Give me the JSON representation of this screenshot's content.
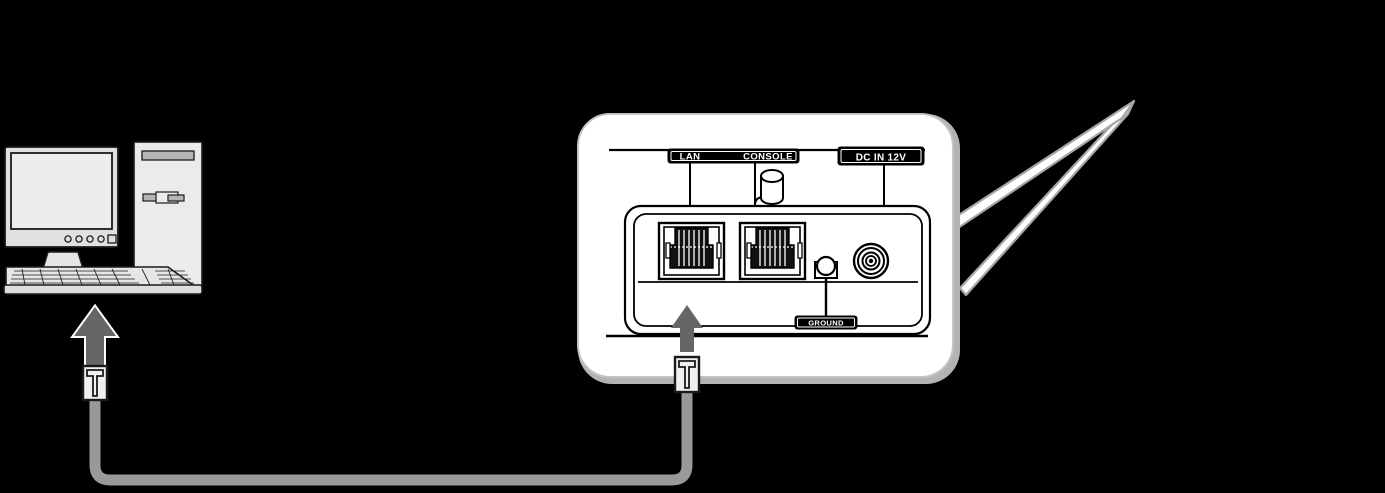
{
  "diagram": {
    "title": "LAN cable connection diagram",
    "background_color": "#000000",
    "body_fill": "#ffffff",
    "outline_color": "#000000",
    "shadow_color": "#b3b3b3",
    "cable_color": "#999999",
    "arrow_color": "#666666",
    "panel_fill": "#ffffff",
    "label_bg": "#000000",
    "label_text_color": "#ffffff"
  },
  "computer": {
    "name": "desktop-computer",
    "monitor": {
      "name": "crt-monitor",
      "screen_fill": "#ececec",
      "bezel_fill": "#e0e0e0",
      "buttons": [
        "button-1",
        "button-2",
        "button-3",
        "button-4"
      ],
      "power_button": "power-button"
    },
    "tower": {
      "name": "computer-tower",
      "fill": "#ebebeb",
      "drive_bay": "optical-drive-bay",
      "floppy_slot": "floppy-drive-slot"
    },
    "keyboard": {
      "name": "keyboard",
      "fill": "#e6e6e6"
    }
  },
  "device": {
    "name": "access-point-device",
    "antenna": {
      "name": "antenna",
      "fill": "#ffffff",
      "outline": "#a6a6a6"
    },
    "ports": [
      {
        "id": "lan",
        "label": "LAN",
        "type": "rj45",
        "name": "lan-port"
      },
      {
        "id": "console",
        "label": "CONSOLE",
        "type": "rj45",
        "name": "console-port"
      },
      {
        "id": "dcin",
        "label": "DC IN 12V",
        "type": "barrel-jack",
        "name": "dc-in-port"
      }
    ],
    "ground": {
      "id": "ground",
      "label": "GROUND",
      "name": "ground-terminal"
    }
  },
  "cable": {
    "name": "lan-cable",
    "color": "#999999",
    "plug_left": "rj45-plug-computer",
    "plug_right": "rj45-plug-device"
  },
  "arrows": [
    {
      "id": "arrow-left",
      "name": "insert-arrow-computer",
      "direction": "up",
      "color": "#666666"
    },
    {
      "id": "arrow-right",
      "name": "insert-arrow-device",
      "direction": "up",
      "color": "#666666"
    }
  ]
}
